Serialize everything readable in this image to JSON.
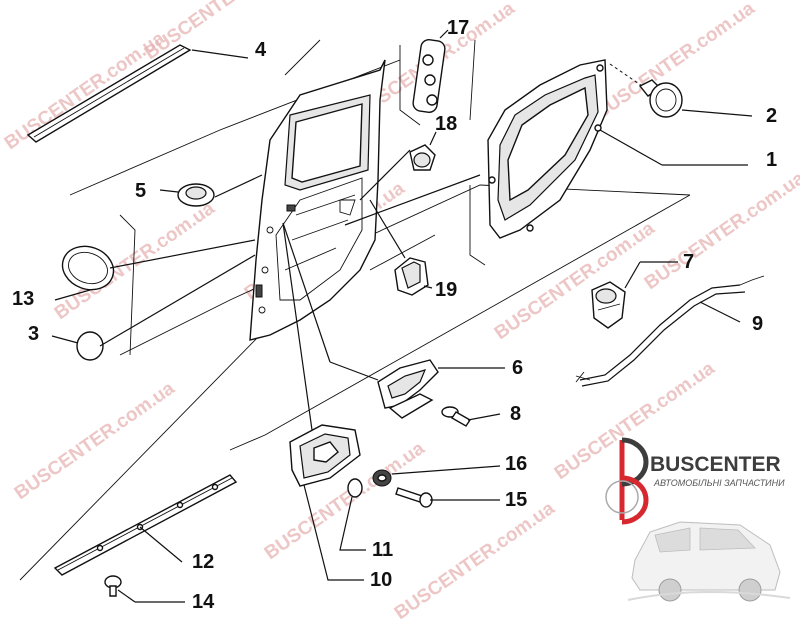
{
  "watermark": {
    "text": "BUSCENTER.com.ua"
  },
  "brand": {
    "name": "BUSCENTER",
    "subtitle": "АВТОМОБІЛЬНІ ЗАПЧАСТИНИ",
    "accent": "#d8282f"
  },
  "callouts": [
    {
      "id": "1",
      "label": "1"
    },
    {
      "id": "2",
      "label": "2"
    },
    {
      "id": "3",
      "label": "3"
    },
    {
      "id": "4",
      "label": "4"
    },
    {
      "id": "5",
      "label": "5"
    },
    {
      "id": "6",
      "label": "6"
    },
    {
      "id": "7",
      "label": "7"
    },
    {
      "id": "8",
      "label": "8"
    },
    {
      "id": "9",
      "label": "9"
    },
    {
      "id": "10",
      "label": "10"
    },
    {
      "id": "11",
      "label": "11"
    },
    {
      "id": "12",
      "label": "12"
    },
    {
      "id": "13",
      "label": "13"
    },
    {
      "id": "14",
      "label": "14"
    },
    {
      "id": "15",
      "label": "15"
    },
    {
      "id": "16",
      "label": "16"
    },
    {
      "id": "17",
      "label": "17"
    },
    {
      "id": "18",
      "label": "18"
    },
    {
      "id": "19",
      "label": "19"
    }
  ]
}
